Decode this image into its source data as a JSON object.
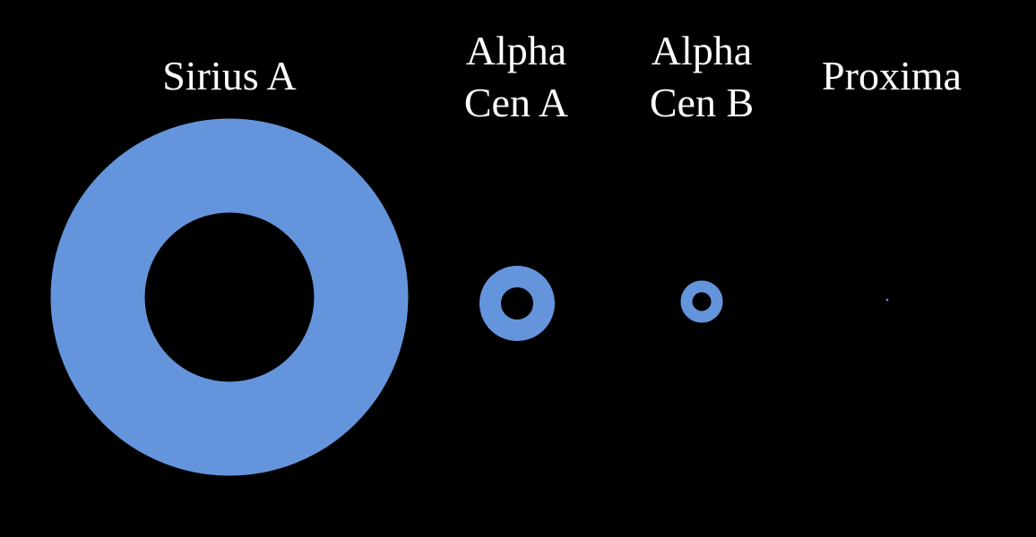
{
  "colors": {
    "background": "#000000",
    "ring": "#6495dc",
    "text": "#ffffff"
  },
  "stars": [
    {
      "id": "sirius-a",
      "label_lines": [
        "Sirius A"
      ]
    },
    {
      "id": "alpha-cen-a",
      "label_lines": [
        "Alpha",
        "Cen A"
      ]
    },
    {
      "id": "alpha-cen-b",
      "label_lines": [
        "Alpha",
        "Cen B"
      ]
    },
    {
      "id": "proxima",
      "label_lines": [
        "Proxima"
      ]
    }
  ]
}
